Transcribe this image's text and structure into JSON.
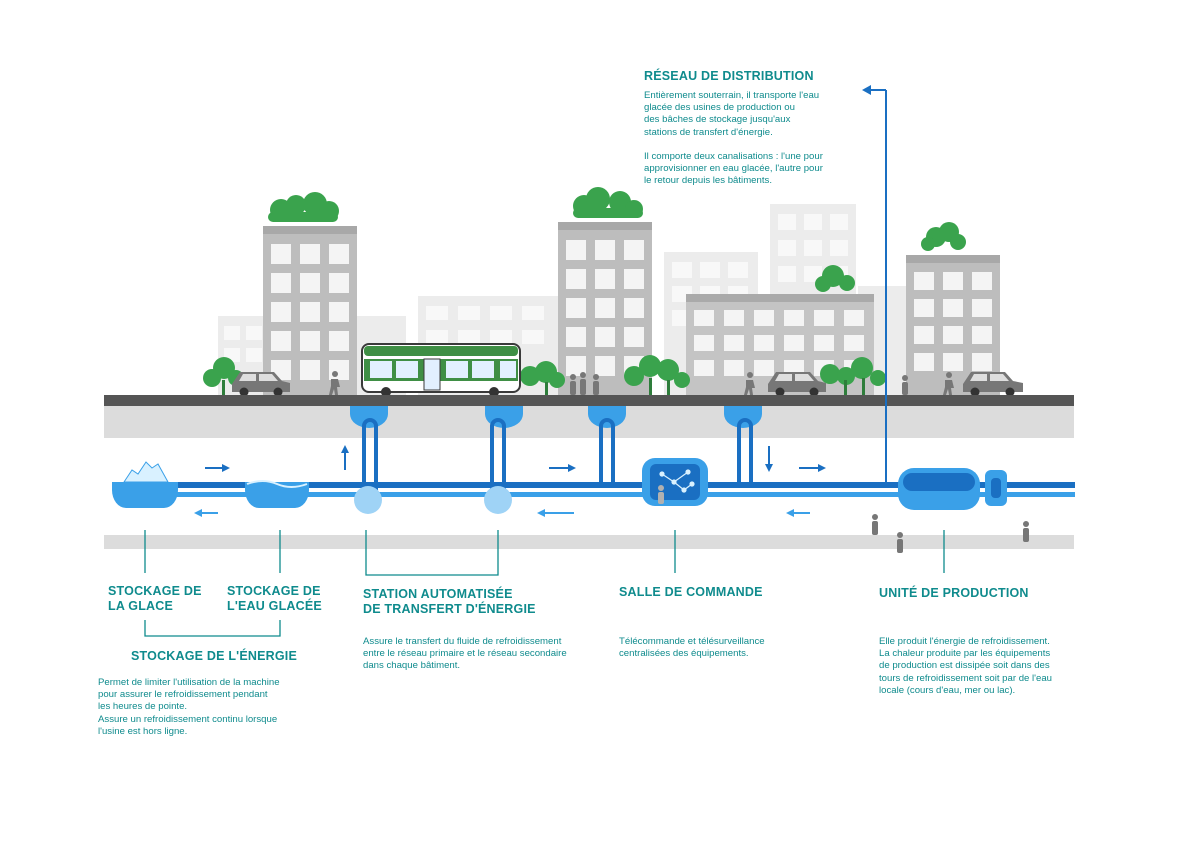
{
  "colors": {
    "teal": "#0f8b8d",
    "pipe_dark": "#1a6fc2",
    "pipe_light": "#3aa0e8",
    "pipe_pale": "#9fd3f6",
    "building": "#bdbdbd",
    "road": "#555555",
    "ground": "#dcdcdc",
    "tree": "#3aa34d"
  },
  "icons": [
    "tree-icon",
    "car-icon",
    "bus-icon",
    "pedestrian-icon",
    "ice-icon",
    "control-screen-icon",
    "arrow-icon"
  ],
  "labels": {
    "reseau": {
      "title": "RÉSEAU DE DISTRIBUTION",
      "desc1": "Entièrement souterrain, il transporte l'eau\nglacée des usines de production ou\ndes bâches de stockage jusqu'aux\nstations de transfert d'énergie.",
      "desc2": "Il comporte deux canalisations : l'une pour\napprovisionner en eau glacée, l'autre pour\nle retour depuis les bâtiments."
    },
    "stockage_glace": {
      "title": "STOCKAGE DE\nLA GLACE"
    },
    "stockage_eau": {
      "title": "STOCKAGE DE\nL'EAU GLACÉE"
    },
    "stockage_energie": {
      "title": "STOCKAGE DE L'ÉNERGIE",
      "desc": "Permet de limiter l'utilisation de la machine\npour assurer le refroidissement pendant\nles heures de pointe.\nAssure un refroidissement continu lorsque\nl'usine est hors ligne."
    },
    "station": {
      "title": "STATION AUTOMATISÉE\nDE TRANSFERT D'ÉNERGIE",
      "desc": "Assure le transfert du fluide de refroidissement\nentre le réseau primaire et le réseau secondaire\ndans chaque bâtiment."
    },
    "salle": {
      "title": "SALLE DE COMMANDE",
      "desc": "Télécommande et télésurveillance\ncentralisées des équipements."
    },
    "unite": {
      "title": "UNITÉ DE PRODUCTION",
      "desc": "Elle produit l'énergie de refroidissement.\nLa chaleur produite par les équipements\nde production est dissipée soit dans des\ntours de refroidissement soit par de l'eau\nlocale (cours d'eau, mer ou lac)."
    }
  }
}
